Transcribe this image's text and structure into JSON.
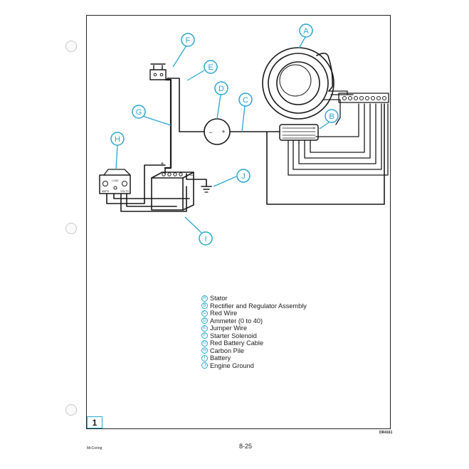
{
  "callouts": [
    {
      "letter": "A",
      "label": "Stator"
    },
    {
      "letter": "B",
      "label": "Rectifier and Regulator Assembly"
    },
    {
      "letter": "C",
      "label": "Red Wire"
    },
    {
      "letter": "D",
      "label": "Ammeter (0 to 40)"
    },
    {
      "letter": "E",
      "label": "Jumper Wire"
    },
    {
      "letter": "F",
      "label": "Starter Solenoid"
    },
    {
      "letter": "G",
      "label": "Red Battery Cable"
    },
    {
      "letter": "H",
      "label": "Carbon Pile"
    },
    {
      "letter": "I",
      "label": "Battery"
    },
    {
      "letter": "J",
      "label": "Engine Ground"
    }
  ],
  "symbols": {
    "minus": "−",
    "plus": "+"
  },
  "carbon_pile": {
    "left_label": "AMPS",
    "right_label": "VOLTS",
    "bottom_label": "LOAD"
  },
  "figure_number": "1",
  "drawing_code": "DR4161",
  "brand": "McCoring",
  "page_number": "8-25",
  "colors": {
    "callout": "#2aa6cf",
    "line": "#1a1a1a"
  }
}
